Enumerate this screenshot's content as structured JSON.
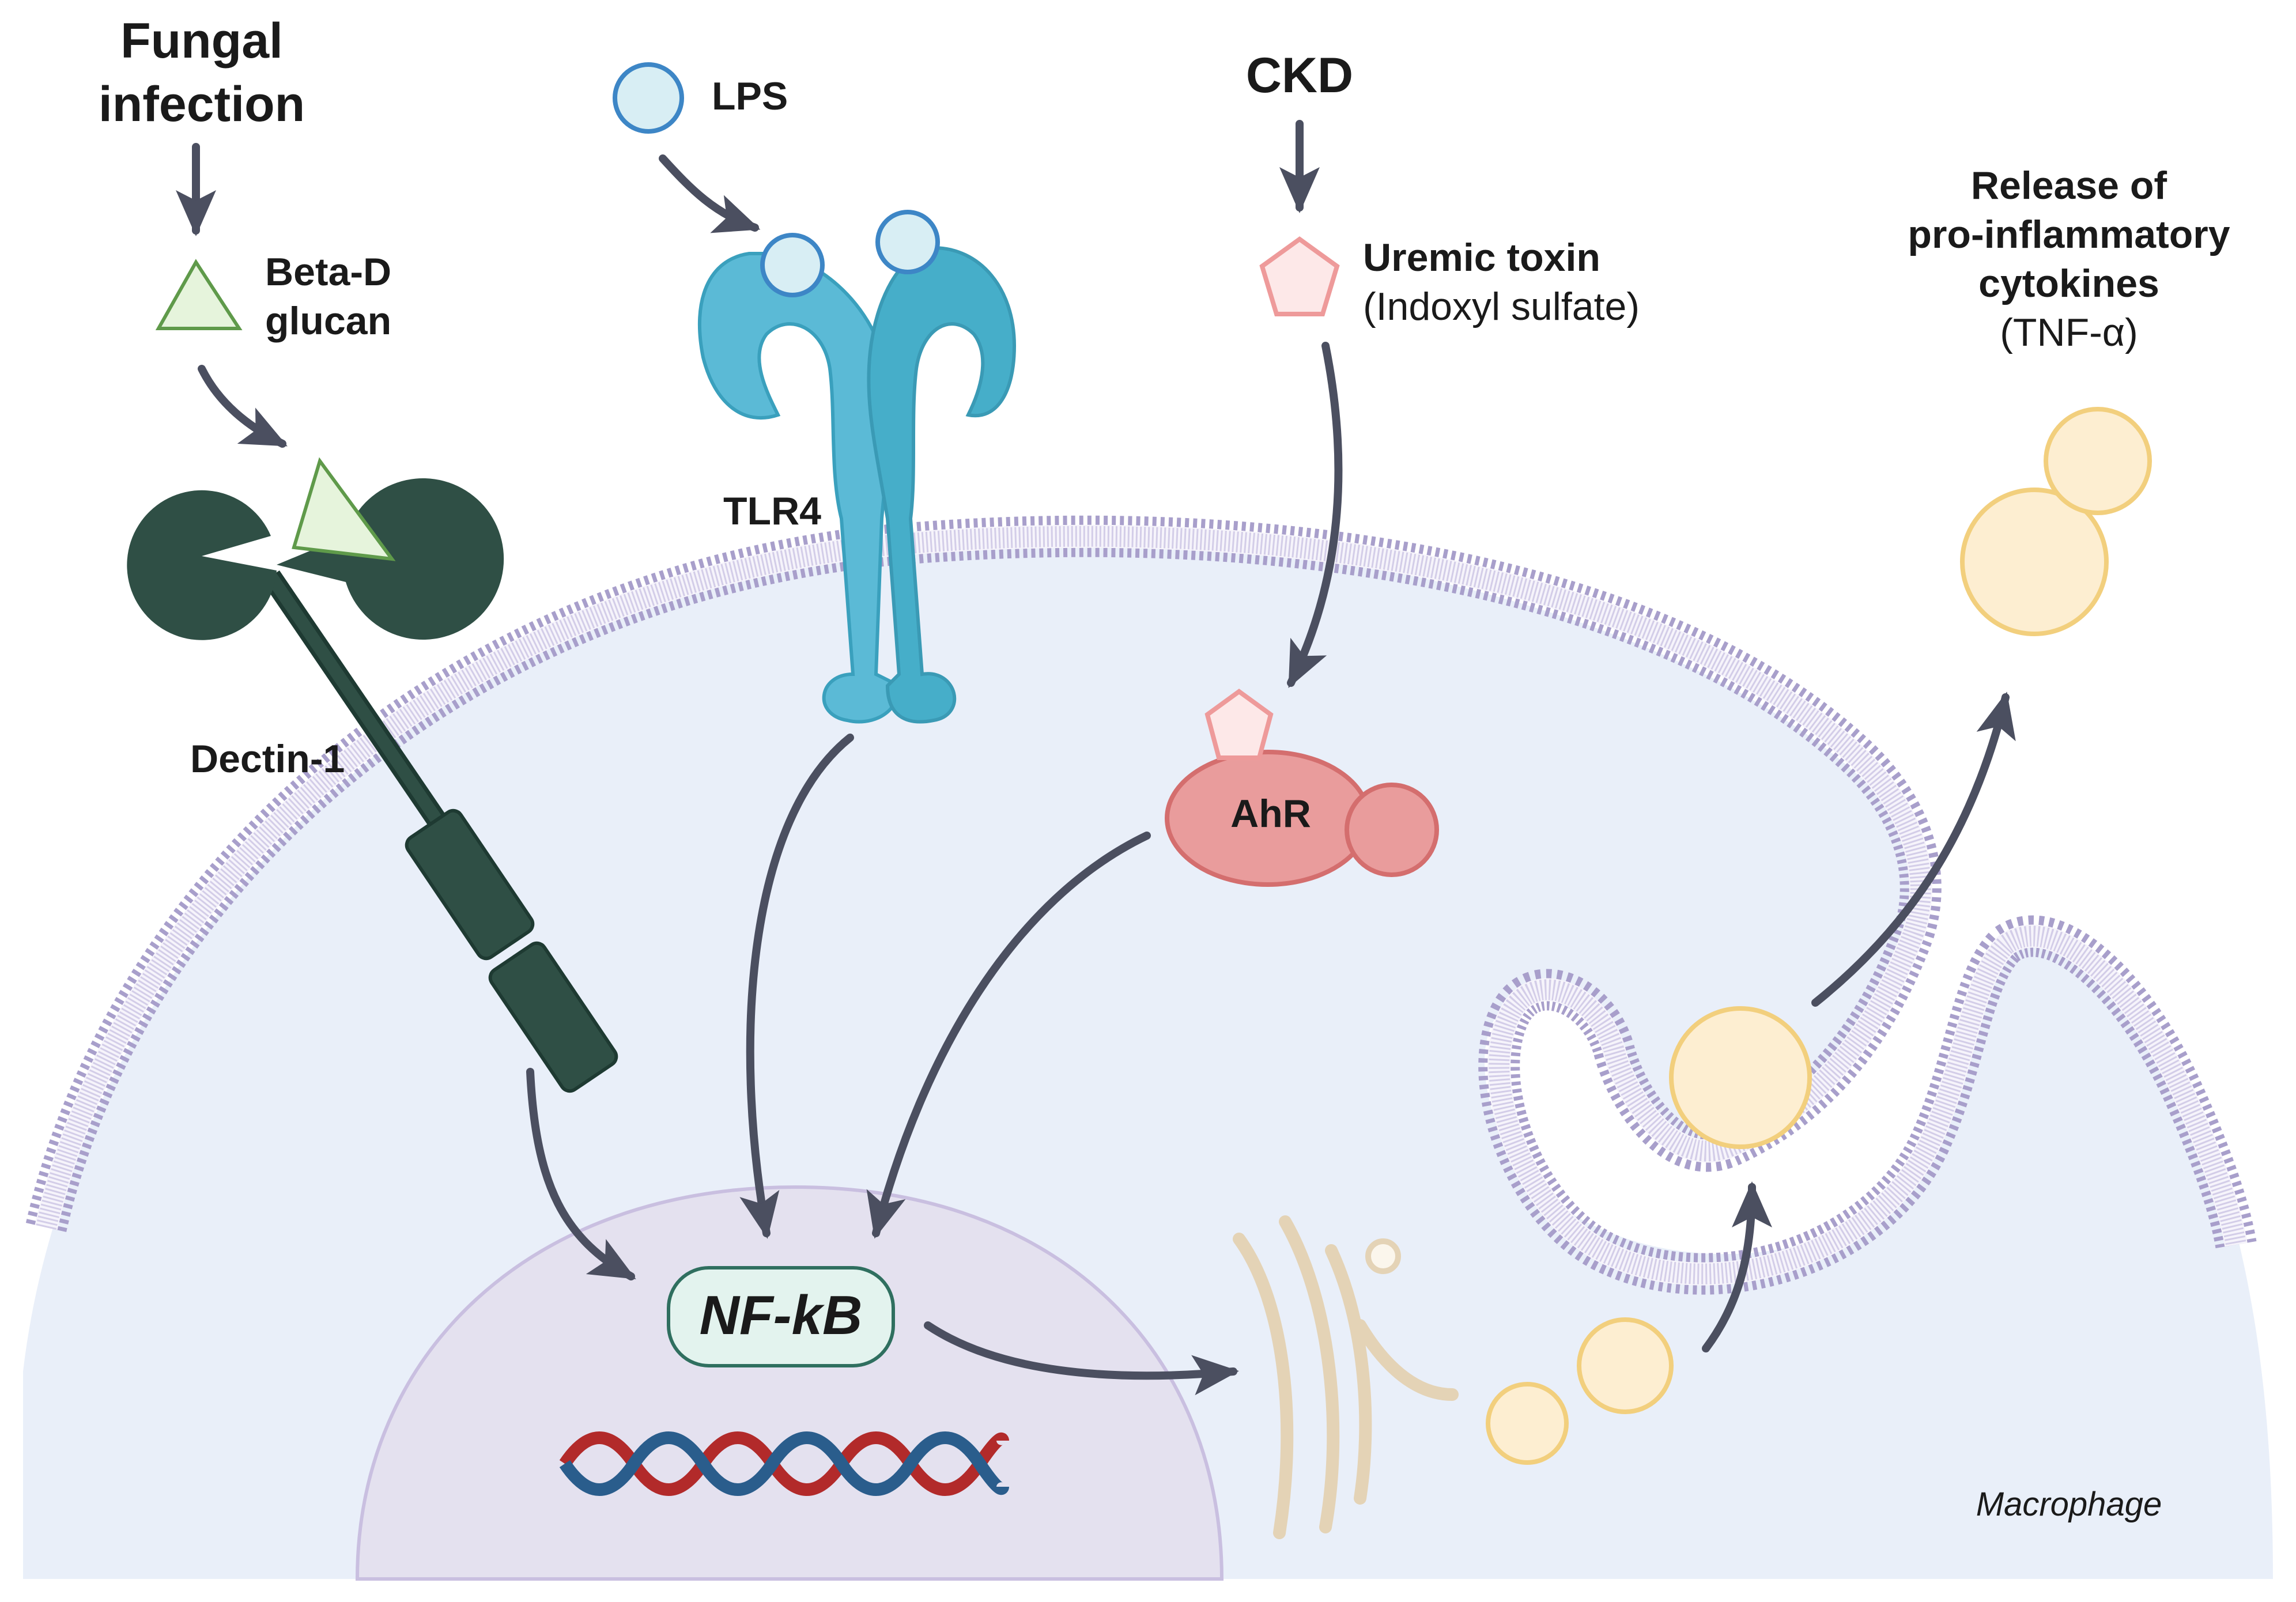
{
  "labels": {
    "fungal_infection_line1": "Fungal",
    "fungal_infection_line2": "infection",
    "beta_d_glucan_line1": "Beta-D",
    "beta_d_glucan_line2": "glucan",
    "dectin1": "Dectin-1",
    "lps": "LPS",
    "tlr4": "TLR4",
    "ckd": "CKD",
    "uremic_toxin_line1": "Uremic toxin",
    "uremic_toxin_line2": "(Indoxyl sulfate)",
    "ahr": "AhR",
    "nfkb": "NF-kB",
    "release_line1": "Release of",
    "release_line2": "pro-inflammatory",
    "release_line3": "cytokines",
    "release_line4": "(TNF-α)",
    "macrophage": "Macrophage"
  },
  "colors": {
    "cell_fill": "#e9eff9",
    "membrane": "#a49bc8",
    "nucleus_fill": "#e4e1ef",
    "nucleus_edge": "#c9bfe0",
    "dectin": "#2f4f45",
    "glucan_fill": "#e6f4dc",
    "glucan_edge": "#5f9a4a",
    "lps_fill": "#d8eef4",
    "lps_edge": "#3d86c6",
    "tlr4": "#46aec9",
    "toxin_fill": "#fde8e8",
    "toxin_edge": "#ee9a9a",
    "ahr_fill": "#e99c9c",
    "ahr_edge": "#d46e6e",
    "nfkb_fill": "#e3f3ee",
    "nfkb_edge": "#2f6f5f",
    "dna_red": "#b22a2a",
    "dna_blue": "#2a5d8c",
    "golgi_edge": "#e4d3b6",
    "cytokine_fill": "#fdeed1",
    "cytokine_edge": "#f2cf7d",
    "arrow": "#4b4f60"
  }
}
